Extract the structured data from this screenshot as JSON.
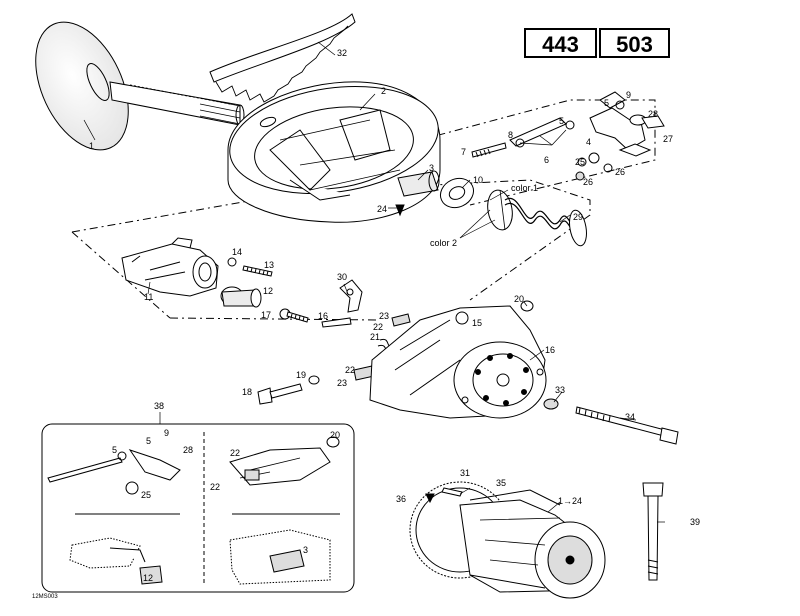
{
  "models": [
    "443",
    "503"
  ],
  "callouts": {
    "c1": "1",
    "c2": "2",
    "c3": "3",
    "c4": "4",
    "c5a": "5",
    "c5b": "5",
    "c6": "6",
    "c7": "7",
    "c8": "8",
    "c9": "9",
    "c10": "10",
    "c11": "11",
    "c12": "12",
    "c13": "13",
    "c14": "14",
    "c15": "15",
    "c16a": "16",
    "c16b": "16",
    "c17": "17",
    "c18": "18",
    "c19": "19",
    "c20": "20",
    "c21": "21",
    "c22a": "22",
    "c22b": "22",
    "c23a": "23",
    "c23b": "23",
    "c24": "24",
    "c25": "25",
    "c26a": "26",
    "c26b": "26",
    "c27": "27",
    "c28": "28",
    "c29": "29",
    "c30": "30",
    "c31": "31",
    "c32": "32",
    "c33": "33",
    "c34": "34",
    "c35": "35",
    "c36": "36",
    "c38": "38",
    "c39": "39",
    "c1to24": "1→24",
    "color1": "color 1",
    "color2": "color 2",
    "i5a": "5",
    "i5b": "5",
    "i9": "9",
    "i28": "28",
    "i25": "25",
    "i20": "20",
    "i22a": "22",
    "i22b": "22",
    "i3": "3",
    "i12": "12"
  },
  "figure_code": "12MS003",
  "colors": {
    "ink": "#000000",
    "paper": "#ffffff",
    "shade": "#d9d9d9",
    "midshade": "#b0b0b0"
  }
}
